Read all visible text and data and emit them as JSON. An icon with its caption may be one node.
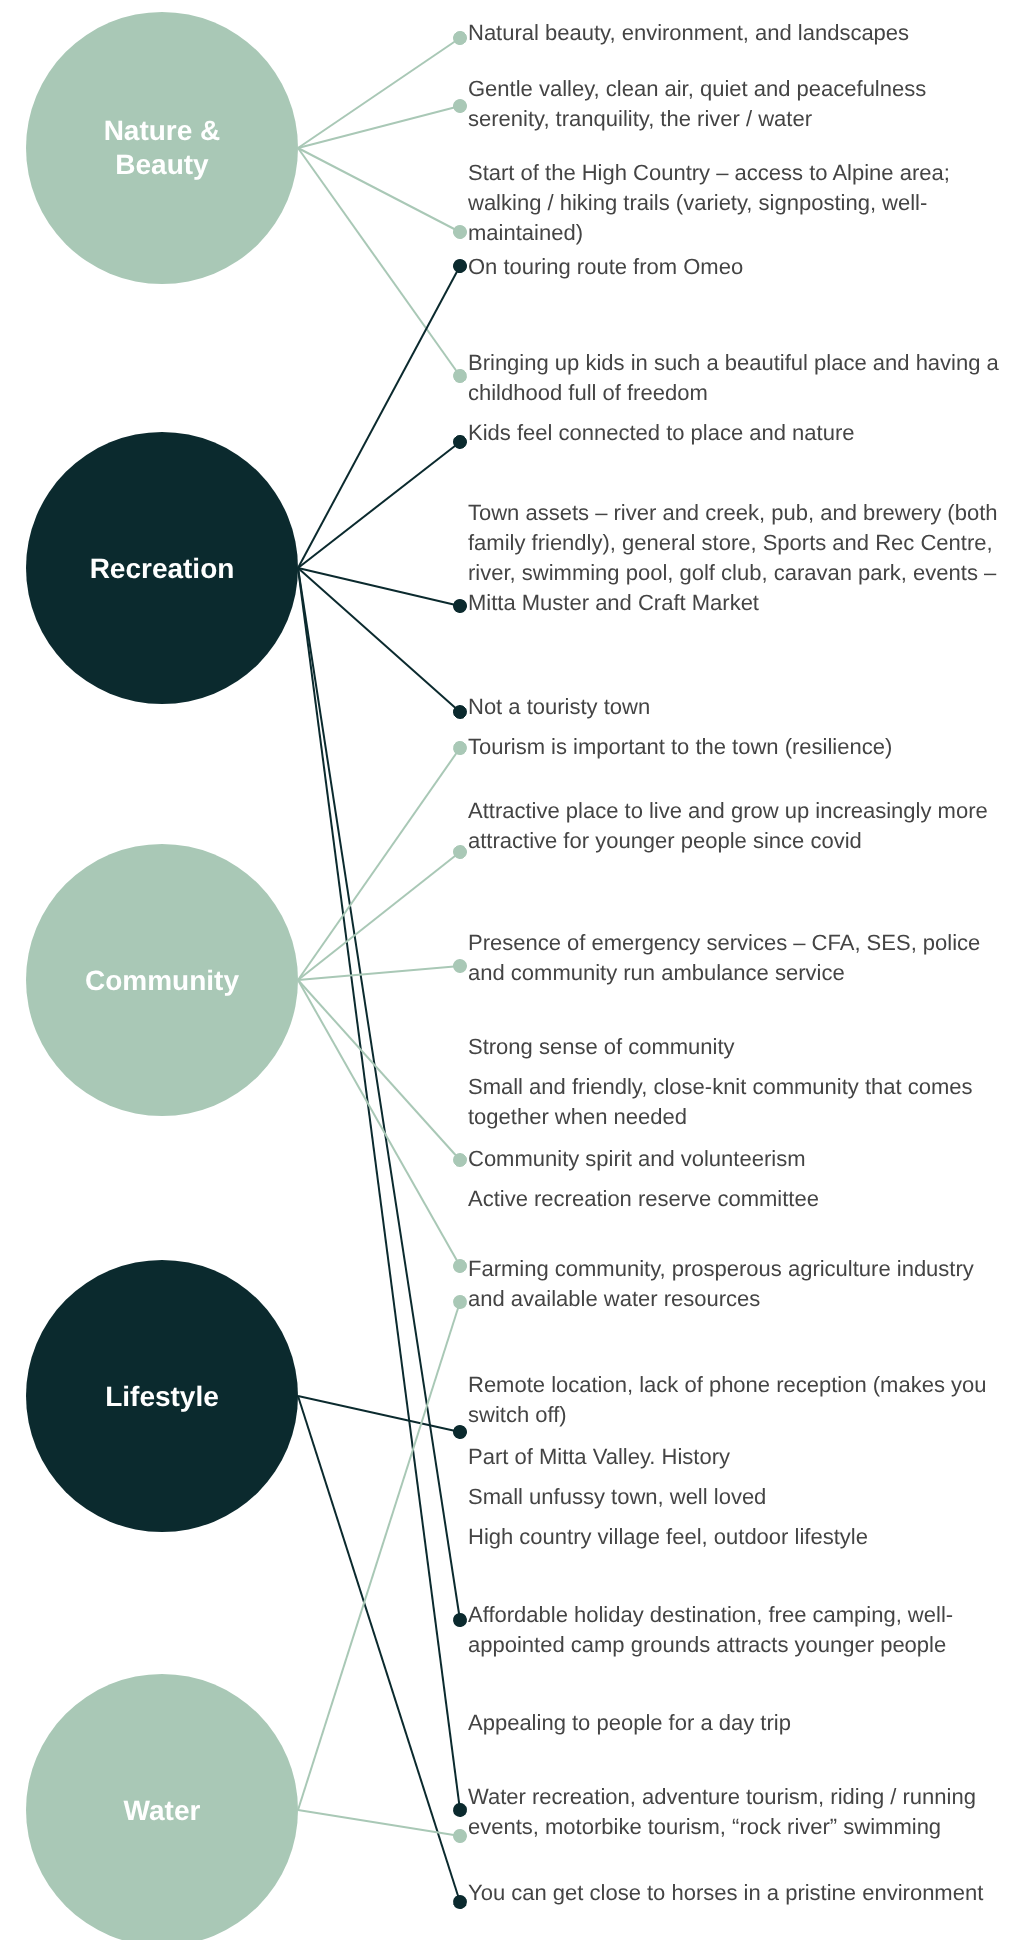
{
  "diagram": {
    "nodes": [
      {
        "text": [
          "Nature & Beauty"
        ]
      },
      {
        "text": [
          "Recreation"
        ]
      },
      {
        "text": [
          "Community"
        ]
      },
      {
        "text": [
          "Lifestyle"
        ]
      },
      {
        "text": [
          "Water"
        ]
      },
      {
        "text": [
          "Natural beauty, environment, and landscapes"
        ]
      },
      {
        "text": [
          "Gentle valley, clean air, quiet and peacefulness serenity, tranquility, the river / water"
        ]
      },
      {
        "text": [
          "Start of the High Country – access to Alpine area; walking / hiking trails (variety, signposting, well-maintained)"
        ]
      },
      {
        "text": [
          "On touring route from Omeo"
        ]
      },
      {
        "text": [
          "Bringing up kids in such a beautiful place and having a childhood full of freedom"
        ]
      },
      {
        "text": [
          "Kids feel connected to place and nature"
        ]
      },
      {
        "text": [
          "Town assets – river and creek, pub, and brewery (both family friendly), general store, Sports and Rec Centre, river, swimming pool, golf club, caravan park, events – Mitta Muster and Craft Market"
        ]
      },
      {
        "text": [
          "Not a touristy town"
        ]
      },
      {
        "text": [
          "Tourism is important to the town (resilience)"
        ]
      },
      {
        "text": [
          "Attractive place to live and grow up increasingly more attractive for younger people since covid"
        ]
      },
      {
        "text": [
          "Presence of emergency services – CFA, SES, police and community run ambulance service"
        ]
      },
      {
        "text": [
          "Community spirit and volunteerism"
        ]
      },
      {
        "text": [
          "Farming community, prosperous agriculture industry and available water resources"
        ]
      },
      {
        "text": [
          "Remote location, lack of phone reception (makes you switch off)"
        ]
      },
      {
        "text": [
          "Affordable holiday destination, free camping, well-appointed camp grounds attracts younger people"
        ]
      },
      {
        "text": [
          "Water recreation, adventure tourism, riding / running events, motorbike tourism, “rock river” swimming"
        ]
      },
      {
        "text": [
          "You can get close to horses in a pristine environment"
        ]
      }
    ],
    "edges": [
      {
        "from": 0,
        "to": 5,
        "arrow": "other"
      },
      {
        "from": 0,
        "to": 6,
        "arrow": "other"
      },
      {
        "from": 0,
        "to": 7,
        "arrow": "other"
      },
      {
        "from": 0,
        "to": 9,
        "arrow": "other"
      },
      {
        "from": 1,
        "to": 8,
        "arrow": "other",
        "color": "#0b2a2e"
      },
      {
        "from": 1,
        "to": 10,
        "arrow": "other",
        "color": "#0b2a2e"
      },
      {
        "from": 1,
        "to": 11,
        "arrow": "other",
        "color": "#0b2a2e"
      },
      {
        "from": 1,
        "to": 12,
        "arrow": "other",
        "color": "#0b2a2e"
      },
      {
        "from": 1,
        "to": 19,
        "arrow": "other",
        "color": "#0b2a2e"
      },
      {
        "from": 1,
        "to": 20,
        "arrow": "other",
        "color": "#0b2a2e"
      },
      {
        "from": 2,
        "to": 13,
        "arrow": "other"
      },
      {
        "from": 2,
        "to": 14,
        "arrow": "other"
      },
      {
        "from": 2,
        "to": 15,
        "arrow": "other"
      },
      {
        "from": 2,
        "to": 16,
        "arrow": "other"
      },
      {
        "from": 2,
        "to": 17,
        "arrow": "other"
      },
      {
        "from": 3,
        "to": 18,
        "arrow": "other",
        "color": "#0b2a2e"
      },
      {
        "from": 3,
        "to": 21,
        "arrow": "other",
        "color": "#0b2a2e"
      },
      {
        "from": 4,
        "to": 17,
        "arrow": "other"
      },
      {
        "from": 4,
        "to": 20,
        "arrow": "other"
      }
    ],
    "labels": [
      "Strong sense of community",
      "Small and friendly, close-knit community that comes together when needed",
      "Active recreation reserve committee",
      "Part of Mitta Valley. History",
      "Small unfussy town, well loved",
      "High country village feel, outdoor lifestyle",
      "Appealing to people for a day trip"
    ]
  }
}
